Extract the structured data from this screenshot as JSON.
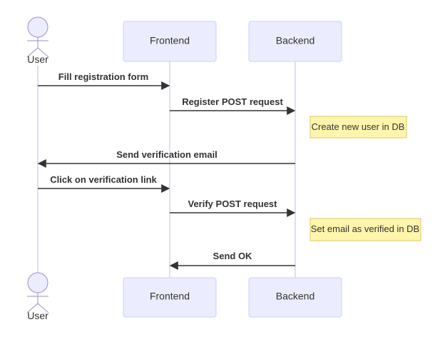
{
  "participants": {
    "user": {
      "label": "User"
    },
    "frontend": {
      "label": "Frontend"
    },
    "backend": {
      "label": "Backend"
    }
  },
  "messages": [
    {
      "from": "user",
      "to": "frontend",
      "label": "Fill registration form"
    },
    {
      "from": "frontend",
      "to": "backend",
      "label": "Register POST request"
    },
    {
      "from": "backend",
      "to": "user",
      "label": "Send verification email"
    },
    {
      "from": "user",
      "to": "frontend",
      "label": "Click on verification link"
    },
    {
      "from": "frontend",
      "to": "backend",
      "label": "Verify POST request"
    },
    {
      "from": "backend",
      "to": "frontend",
      "label": "Send OK"
    }
  ],
  "notes": [
    {
      "over": "backend",
      "text": "Create new user in DB"
    },
    {
      "over": "backend",
      "text": "Set email as verified in DB"
    }
  ],
  "colors": {
    "participant_fill": "#ECECFF",
    "participant_stroke": "#CCCCFF",
    "lifeline": "#C5B8E8",
    "note_fill": "#FFF5AD",
    "note_stroke": "#D4C860",
    "arrow": "#333333"
  }
}
